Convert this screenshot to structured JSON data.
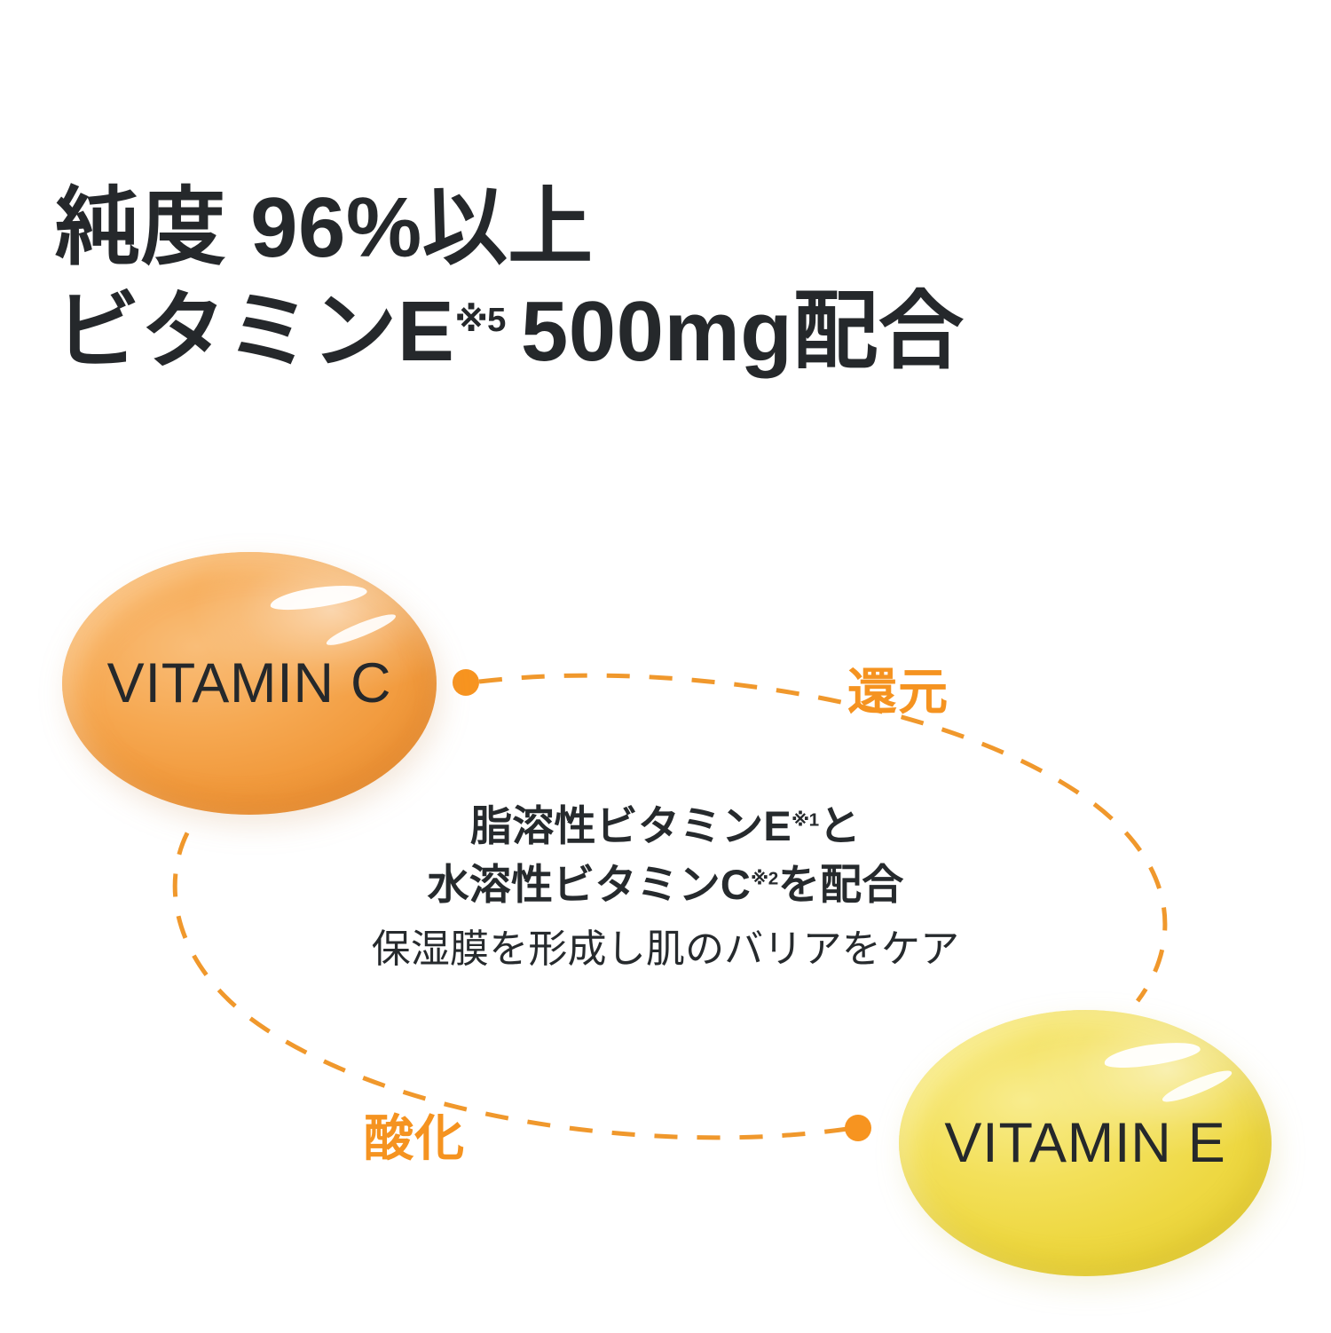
{
  "headline": {
    "line1": "純度 96%以上",
    "line2_pre": "ビタミンE",
    "line2_sup": "※5",
    "line2_post": "500mg配合"
  },
  "capsules": {
    "vitamin_c": {
      "label": "VITAMIN C",
      "color": "#f6a851",
      "highlight_color": "#ffffff"
    },
    "vitamin_e": {
      "label": "VITAMIN E",
      "color": "#f3e05a",
      "highlight_color": "#ffffff"
    }
  },
  "center_text": {
    "line1_pre": "脂溶性ビタミンE",
    "line1_sup": "※1",
    "line1_post": "と",
    "line2_pre": "水溶性ビタミンC",
    "line2_sup": "※2",
    "line2_post": "を配合",
    "line3": "保湿膜を形成し肌のバリアをケア"
  },
  "arcs": {
    "reduction_label": "還元",
    "oxidation_label": "酸化",
    "accent_color": "#f59320",
    "dash_color": "#f0982c"
  },
  "colors": {
    "background": "#ffffff",
    "text_dark": "#25282b",
    "orange_accent": "#f59320",
    "capsule_orange": "#f6a851",
    "capsule_yellow": "#f3e05a"
  }
}
